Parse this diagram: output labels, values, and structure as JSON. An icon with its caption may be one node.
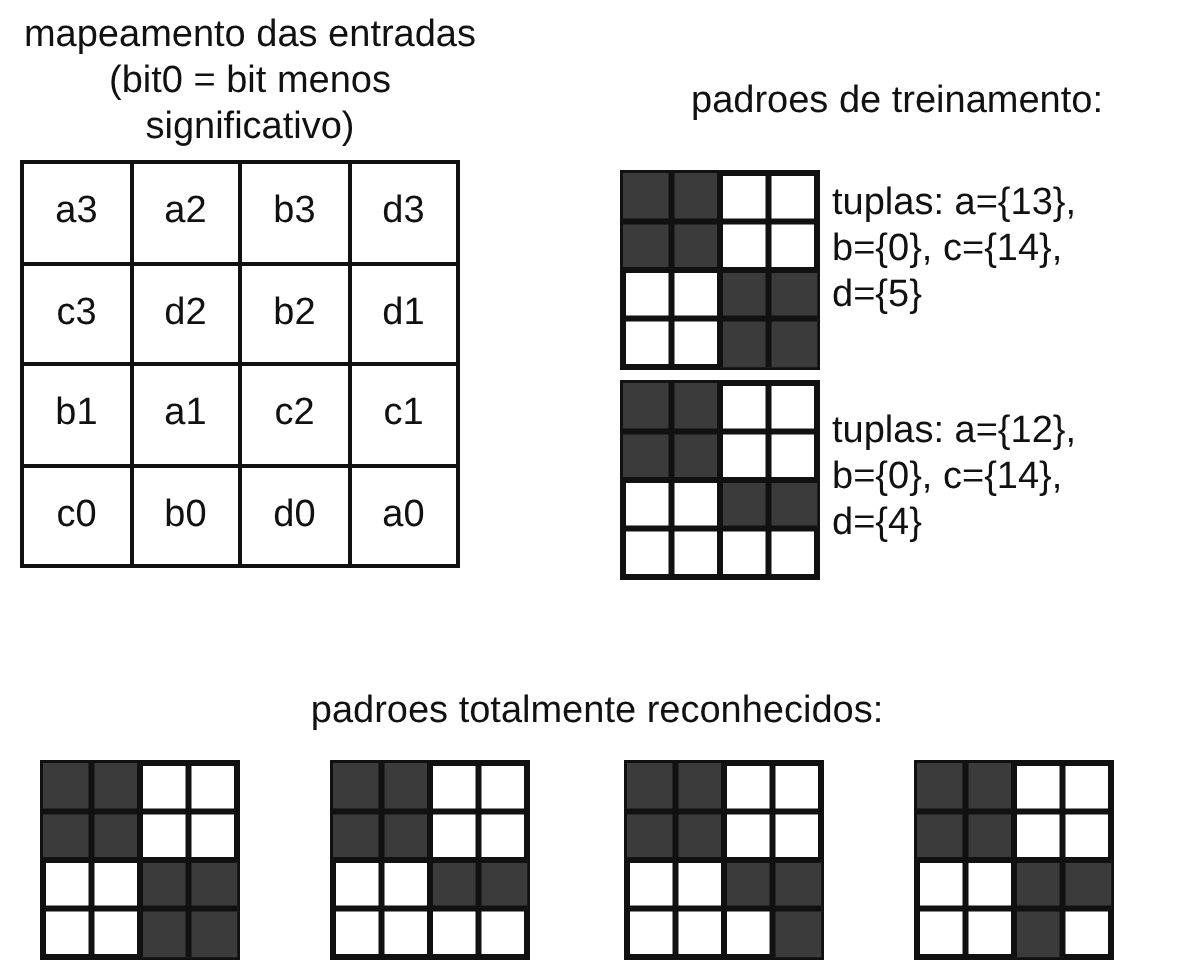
{
  "diagram": {
    "labels": [
      "mapeamento das entradas (bit0 = bit menos significativo)",
      "a3",
      "a2",
      "b3",
      "d3",
      "c3",
      "d2",
      "b2",
      "d1",
      "b1",
      "a1",
      "c2",
      "c1",
      "c0",
      "b0",
      "d0",
      "a0",
      "padroes de treinamento:",
      "tuplas: a={13}, b={0}, c={14}, d={5}",
      "tuplas: a={12}, b={0}, c={14}, d={4}",
      "padroes totalmente reconhecidos:"
    ]
  }
}
